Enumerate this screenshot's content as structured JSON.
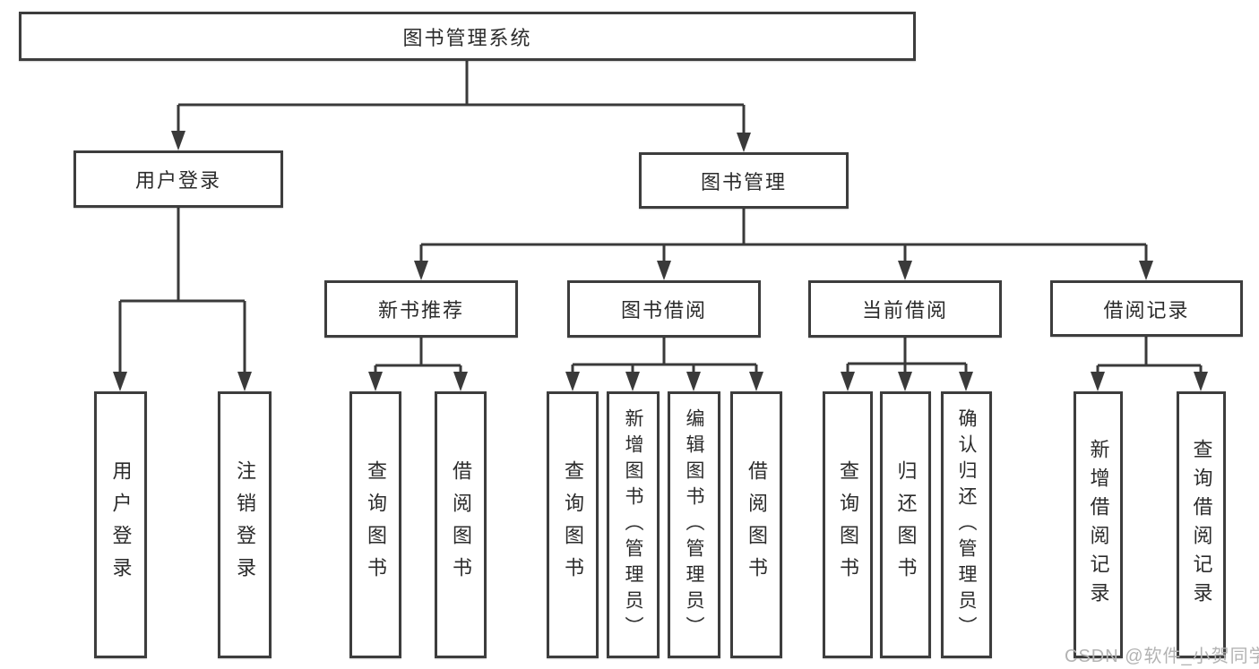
{
  "diagram": {
    "type": "hierarchy-flowchart",
    "watermark": "CSDN @软件_小贺同学",
    "colors": {
      "background": "#ffffff",
      "box_fill": "#ffffff",
      "box_border": "#3d3d3d",
      "line": "#3a3a3a",
      "text": "#2b2b2b",
      "watermark": "#b3b3b3"
    }
  },
  "tree": {
    "label": "图书管理系统",
    "children": [
      {
        "label": "用户登录",
        "children": [
          {
            "label": "用户登录"
          },
          {
            "label": "注销登录"
          }
        ]
      },
      {
        "label": "图书管理",
        "children": [
          {
            "label": "新书推荐",
            "children": [
              {
                "label": "查询图书"
              },
              {
                "label": "借阅图书"
              }
            ]
          },
          {
            "label": "图书借阅",
            "children": [
              {
                "label": "查询图书"
              },
              {
                "label": "新增图书（管理员）"
              },
              {
                "label": "编辑图书（管理员）"
              },
              {
                "label": "借阅图书"
              }
            ]
          },
          {
            "label": "当前借阅",
            "children": [
              {
                "label": "查询图书"
              },
              {
                "label": "归还图书"
              },
              {
                "label": "确认归还（管理员）"
              }
            ]
          },
          {
            "label": "借阅记录",
            "children": [
              {
                "label": "新增借阅记录"
              },
              {
                "label": "查询借阅记录"
              }
            ]
          }
        ]
      }
    ]
  }
}
